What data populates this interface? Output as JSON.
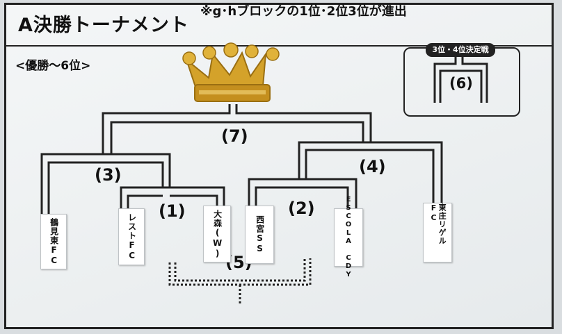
{
  "board": {
    "title": "A決勝トーナメント",
    "note": "※g･hブロックの1位･2位3位が進出",
    "range": "<優勝～6位>"
  },
  "third_place": {
    "label": "3位・4位決定戦",
    "match_no": "(6)"
  },
  "rounds": {
    "r1": "(1)",
    "r2": "(2)",
    "r3": "(3)",
    "r4": "(4)",
    "r5": "(5)",
    "final": "(7)"
  },
  "teams": [
    "鶴見東FC",
    "レストFC",
    "大森(W)",
    "西宮SS",
    "ESCOLA CDY",
    "東庄リゲルFC"
  ],
  "colors": {
    "line": "#222222",
    "crown_gold": "#d4a22a",
    "crown_shadow": "#9a6f12"
  },
  "icons": [
    "crown-icon"
  ]
}
